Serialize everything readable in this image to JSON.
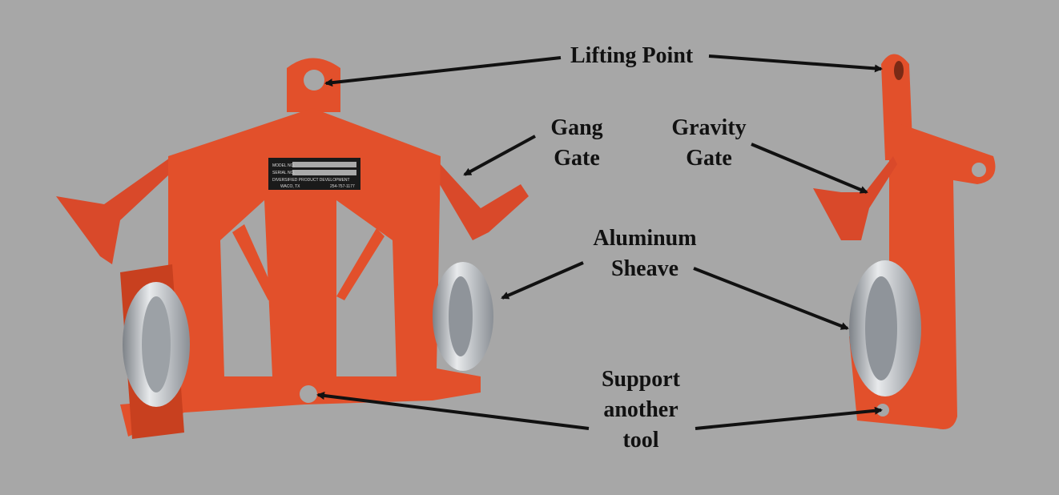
{
  "labels": {
    "lifting_point": "Lifting Point",
    "gang_gate": [
      "Gang",
      "Gate"
    ],
    "gravity_gate": [
      "Gravity",
      "Gate"
    ],
    "aluminum_sheave": [
      "Aluminum",
      "Sheave"
    ],
    "support_another_tool": [
      "Support",
      "another",
      "tool"
    ]
  },
  "nameplate": {
    "model_label": "MODEL NO.",
    "serial_label": "SERIAL NO.",
    "company": "DIVERSIFIED PRODUCT DEVELOPMENT",
    "city": "WACO, TX",
    "phone": "254-757-1177"
  },
  "colors": {
    "background": "#a7a7a7",
    "frame": "#e2502b",
    "sheave": "#c9ccd0",
    "text": "#111111"
  }
}
